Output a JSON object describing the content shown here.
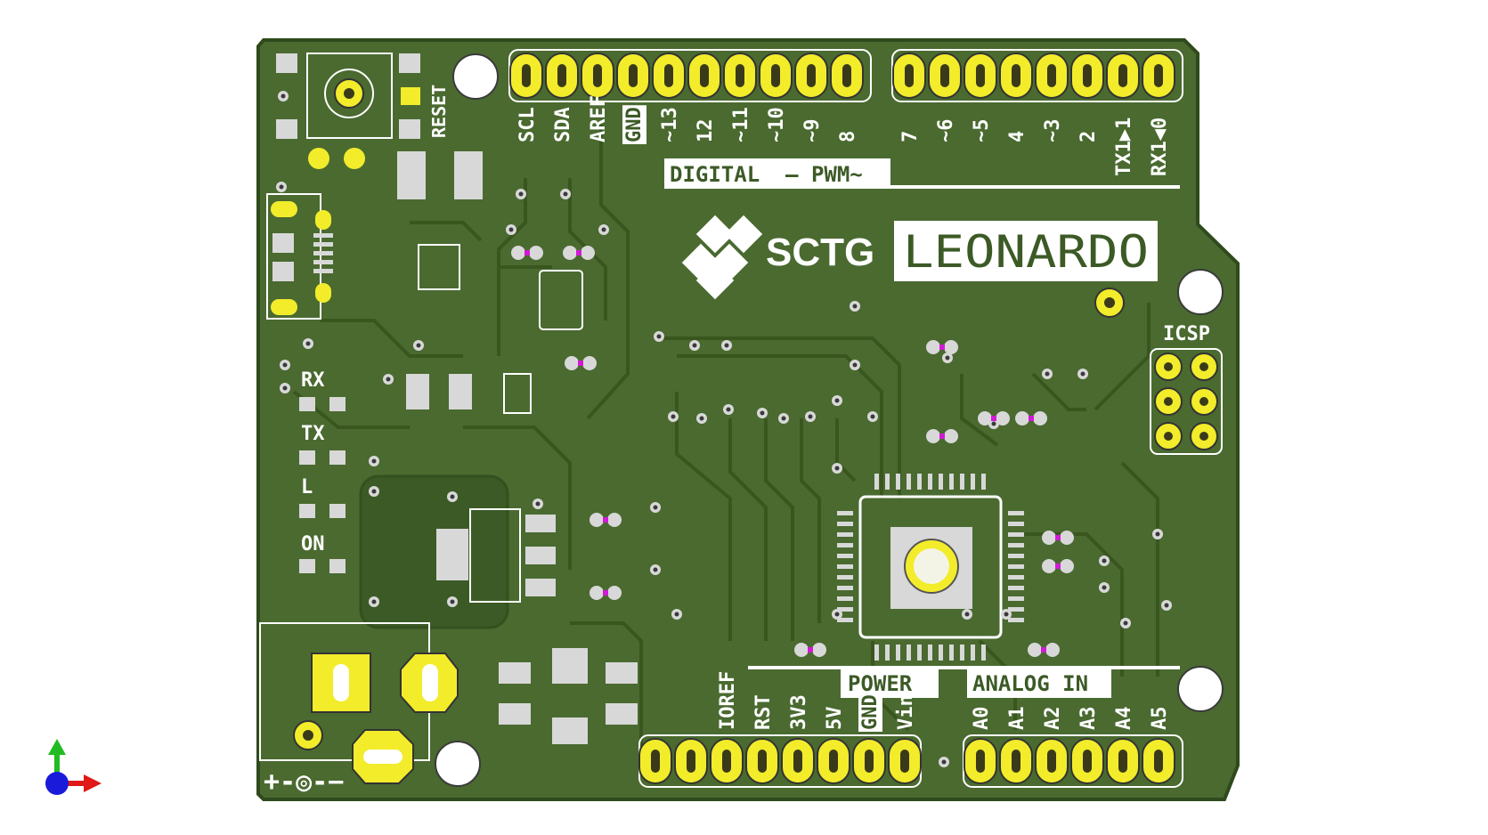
{
  "board": {
    "brand_text": "SCTG",
    "name_text": "LEONARDO",
    "colors": {
      "pcb": "#4a6a30",
      "pcb_dark": "#3c5a26",
      "copper": "#39561f",
      "silk": "#ffffff",
      "pad": "#f2ec2a",
      "pad_gray": "#d8d8d8",
      "via_accent": "#d219d6"
    }
  },
  "labels": {
    "reset": "RESET",
    "digital_header": "DIGITAL  – PWM~",
    "icsp": "ICSP",
    "power_header": "POWER",
    "analog_header": "ANALOG IN",
    "led_rx": "RX",
    "led_tx": "TX",
    "led_l": "L",
    "led_on": "ON",
    "dc_jack_polarity": "+-◎-−"
  },
  "digital_pins": [
    "SCL",
    "SDA",
    "AREF",
    "GND",
    "~13",
    "12",
    "~11",
    "~10",
    "~9",
    "8",
    "7",
    "~6",
    "~5",
    "4",
    "~3",
    "2",
    "TX1▶1",
    "RX1◀0"
  ],
  "power_pins": [
    "IOREF",
    "RST",
    "3V3",
    "5V",
    "GND",
    "Vin"
  ],
  "analog_pins": [
    "A0",
    "A1",
    "A2",
    "A3",
    "A4",
    "A5"
  ],
  "axis_gizmo": {
    "icon": "3d-axis-icon",
    "colors": [
      "#22bb22",
      "#1a1adb",
      "#e01818"
    ]
  }
}
